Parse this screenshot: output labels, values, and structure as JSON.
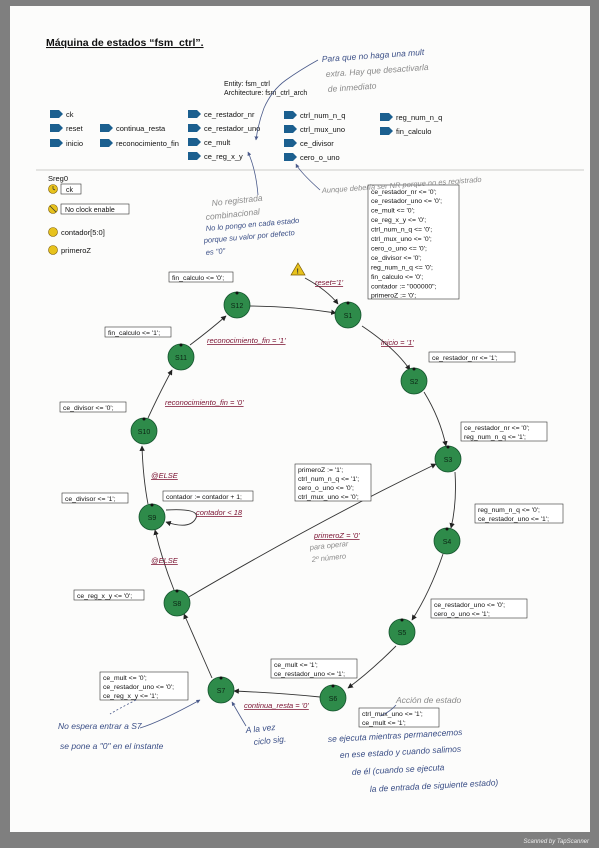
{
  "page": {
    "title": "Máquina de estados “fsm_ctrl”.",
    "entity": "Entity: fsm_ctrl",
    "architecture": "Architecture: fsm_ctrl_arch",
    "footer": "Scanned by TapScanner"
  },
  "ports": {
    "col1": [
      "ck",
      "reset",
      "inicio"
    ],
    "col2": [
      "continua_resta",
      "reconocimiento_fin"
    ],
    "col3": [
      "ce_restador_nr",
      "ce_restador_uno",
      "ce_mult",
      "ce_reg_x_y"
    ],
    "col4": [
      "ctrl_num_n_q",
      "ctrl_mux_uno",
      "ce_divisor",
      "cero_o_uno"
    ],
    "col5": [
      "reg_num_n_q",
      "fin_calculo"
    ]
  },
  "sreg": {
    "name": "Sreg0",
    "clock": "ck",
    "enable": "No clock enable",
    "vars": [
      "contador[5:0]",
      "primeroZ"
    ]
  },
  "states": {
    "s1": "S1",
    "s2": "S2",
    "s3": "S3",
    "s4": "S4",
    "s5": "S5",
    "s6": "S6",
    "s7": "S7",
    "s8": "S8",
    "s9": "S9",
    "s10": "S10",
    "s11": "S11",
    "s12": "S12"
  },
  "transitions": {
    "reset": "reset='1'",
    "inicio": "inicio = '1'",
    "reconocimiento_fin_1": "reconocimiento_fin = '1'",
    "reconocimiento_fin_0": "reconocimiento_fin = '0'",
    "else_1": "@ELSE",
    "else_2": "@ELSE",
    "contador": "contador < 18",
    "primeroZ": "primeroZ = '0'",
    "continua_resta": "continua_resta = '0'"
  },
  "actions": {
    "s1": [
      "ce_restador_nr <= '0';",
      "ce_restador_uno <= '0';",
      "ce_mult <= '0';",
      "ce_reg_x_y <= '0';",
      "ctrl_num_n_q <= '0';",
      "ctrl_mux_uno <= '0';",
      "cero_o_uno <= '0';",
      "ce_divisor <= '0';",
      "reg_num_n_q <= '0';",
      "fin_calculo <= '0';",
      "contador := \"000000\";",
      "primeroZ := '0';"
    ],
    "s2": [
      "ce_restador_nr <= '1';"
    ],
    "s3": [
      "ce_restador_nr <= '0';",
      "reg_num_n_q <= '1';"
    ],
    "s4": [
      "reg_num_n_q <= '0';",
      "ce_restador_uno <= '1';"
    ],
    "s5": [
      "ce_restador_uno <= '0';",
      "cero_o_uno <= '1';"
    ],
    "s6_top": [
      "ce_mult <= '1';",
      "ce_restador_uno <= '1';"
    ],
    "s6_bottom": [
      "ctrl_mux_uno <= '1';",
      "ce_mult <= '1';"
    ],
    "s7": [
      "ce_mult <= '0';",
      "ce_restador_uno <= '0';",
      "ce_reg_x_y <= '1';"
    ],
    "s8": [
      "ce_reg_x_y <= '0';"
    ],
    "s8_to_s3": [
      "primeroZ := '1';",
      "ctrl_num_n_q <= '1';",
      "cero_o_uno <= '0';",
      "ctrl_mux_uno <= '0';"
    ],
    "s9_self": [
      "contador := contador + 1;"
    ],
    "s9": [
      "ce_divisor <= '1';"
    ],
    "s10": [
      "ce_divisor <= '0';"
    ],
    "s11": [
      "fin_calculo <= '1';"
    ],
    "s12": [
      "fin_calculo <= '0';"
    ]
  },
  "notes": {
    "para_que": [
      "Para que no haga una mult",
      "extra. Hay que desactivarla",
      "de inmediato"
    ],
    "no_registrada": [
      "No registrada",
      "combinacional"
    ],
    "no_pongo": [
      "No lo pongo en cada estado",
      "porque su valor por defecto",
      "es \"0\""
    ],
    "aunque": "Aunque debería ser NR porque no es registrado",
    "para_operar": [
      "para operar",
      "2º número"
    ],
    "accion": "Acción de estado",
    "se_ejecuta": [
      "se ejecuta mientras permanecemos",
      "en ese estado y cuando salimos",
      "de él (cuando se ejecuta",
      "la de entrada de siguiente estado)"
    ],
    "no_espera": [
      "No espera entrar a S7",
      "se pone a \"0\" en el instante"
    ],
    "a_la_vez": [
      "A la vez",
      "ciclo sig."
    ]
  },
  "colors": {
    "state_fill": "#2e8b4a",
    "label_red": "#7a1030",
    "port_blue": "#1b5f8f",
    "pen_blue": "#3a4e86",
    "pen_gray": "#8a8a8a",
    "warning": "#e7c21c"
  }
}
